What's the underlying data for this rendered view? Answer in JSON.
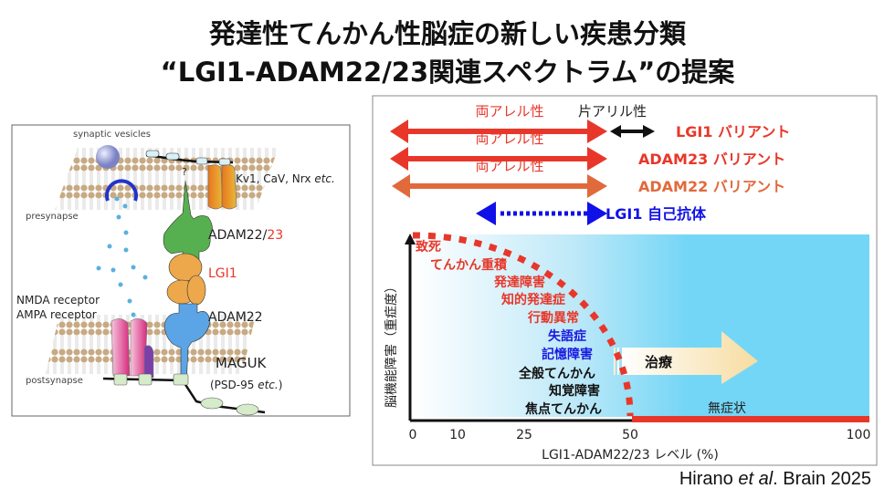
{
  "title": {
    "line1": "発達性てんかん性脳症の新しい疾患分類",
    "line2": "“LGI1-ADAM22/23関連スペクトラム”の提案"
  },
  "left_diagram": {
    "synaptic_vesicles": "synaptic vesicles",
    "presynapse": "presynapse",
    "postsynapse": "postsynapse",
    "question_mark": "?",
    "channels": "Kv1, CaV, Nrx ",
    "channels_etc": "etc.",
    "adam22_23_prefix": "ADAM22/",
    "adam22_23_suffix": "23",
    "lgi1": "LGI1",
    "adam22": "ADAM22",
    "nmda": "NMDA receptor",
    "ampa": "AMPA receptor",
    "maguk": "MAGUK",
    "psd95_prefix": "(PSD-95 ",
    "psd95_etc": "etc.",
    "psd95_suffix": ")"
  },
  "right_diagram": {
    "biallelic": "両アレル性",
    "monoallelic": "片アリル性",
    "rows": [
      {
        "label": "LGI1 バリアント",
        "color": "#e8372a"
      },
      {
        "label": "ADAM23 バリアント",
        "color": "#e8372a"
      },
      {
        "label": "ADAM22 バリアント",
        "color": "#e06a3c"
      },
      {
        "label": "LGI1 自己抗体",
        "color": "#1010e8"
      }
    ],
    "symptoms": [
      {
        "text": "致死",
        "color": "#e8372a"
      },
      {
        "text": "てんかん重積",
        "color": "#e8372a"
      },
      {
        "text": "発達障害",
        "color": "#e8372a"
      },
      {
        "text": "知的発達症",
        "color": "#e8372a"
      },
      {
        "text": "行動異常",
        "color": "#e8372a"
      },
      {
        "text": "失語症",
        "color": "#1a1ae0"
      },
      {
        "text": "記憶障害",
        "color": "#1a1ae0"
      },
      {
        "text": "全般てんかん",
        "color": "#111111"
      },
      {
        "text": "知覚障害",
        "color": "#111111"
      },
      {
        "text": "焦点てんかん",
        "color": "#111111"
      }
    ],
    "treatment": "治療",
    "asymptomatic": "無症状",
    "y_label": "脳機能障害（重症度）",
    "x_label": "LGI1-ADAM22/23 レベル (%)",
    "x_ticks": [
      "0",
      "10",
      "25",
      "50",
      "100"
    ]
  },
  "citation": {
    "author": "Hirano ",
    "etal": "et al",
    "rest": ". Brain 2025"
  }
}
